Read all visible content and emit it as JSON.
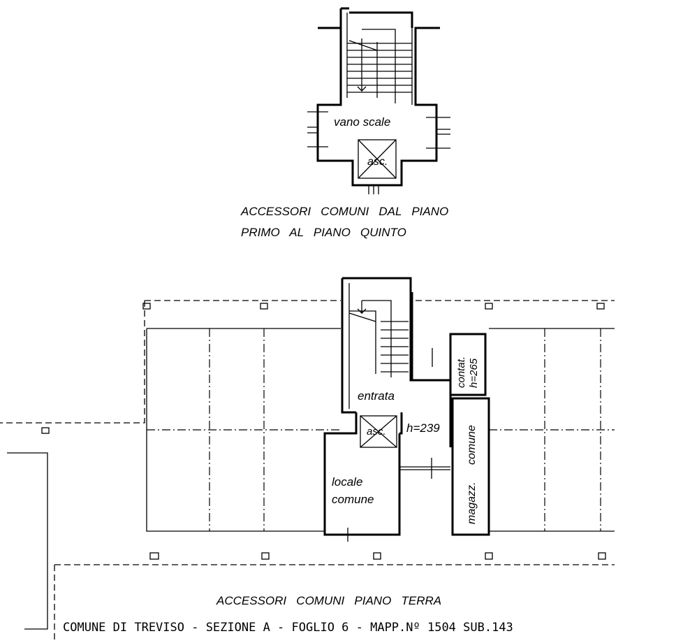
{
  "upper_plan": {
    "room_label": "vano scale",
    "elevator_label": "asc.",
    "title_line1": "ACCESSORI   COMUNI   DAL   PIANO",
    "title_line2": "PRIMO   AL   PIANO   QUINTO"
  },
  "ground_plan": {
    "entrance_label": "entrata",
    "elevator_label": "asc.",
    "height_label": "h=239",
    "meter_room_label_1": "contat.",
    "meter_room_label_2": "h=265",
    "storage_label_1": "magazz.",
    "storage_label_2": "comune",
    "common_room_label_1": "locale",
    "common_room_label_2": "comune",
    "title": "ACCESSORI   COMUNI   PIANO   TERRA"
  },
  "cadastral_caption": "COMUNE DI TREVISO - SEZIONE A - FOGLIO 6 - MAPP.Nº 1504 SUB.143"
}
